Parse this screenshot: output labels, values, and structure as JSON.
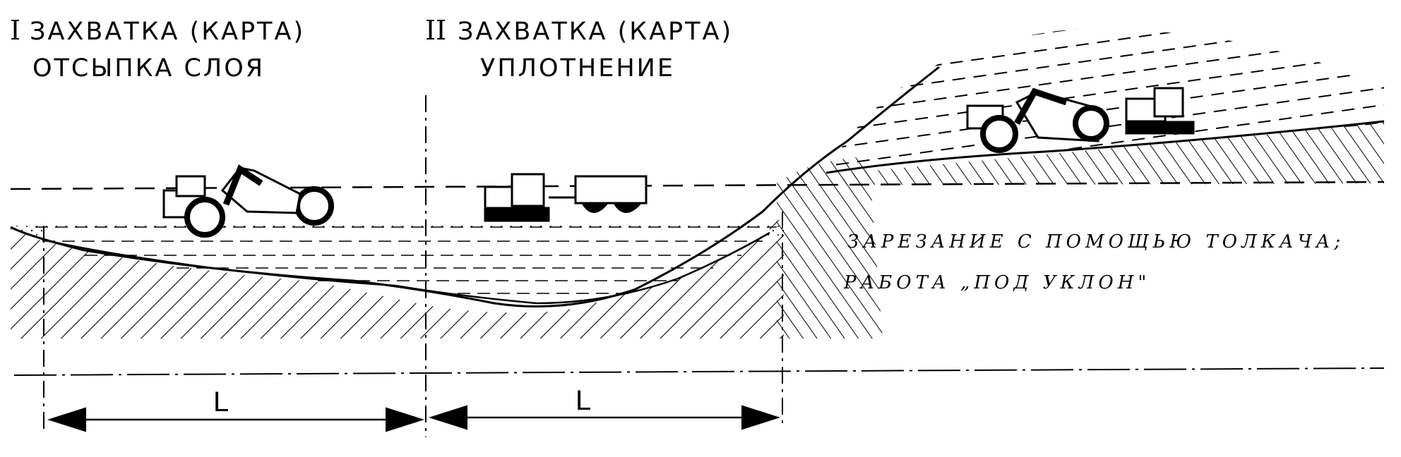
{
  "captions": {
    "zone1_numeral": "I",
    "zone1_title": "ЗАХВАТКА (КАРТА)",
    "zone1_operation": "ОТСЫПКА СЛОЯ",
    "zone2_numeral": "II",
    "zone2_title": "ЗАХВАТКА (КАРТА)",
    "zone2_operation": "УПЛОТНЕНИЕ",
    "note_line1": "ЗАРЕЗАНИЕ С ПОМОЩЬЮ ТОЛКАЧА;",
    "note_line2": "РАБОТА „ПОД УКЛОН\""
  },
  "dimensions": {
    "span1": "L",
    "span2": "L"
  },
  "icons": [
    "scraper-icon",
    "roller-truck-icon",
    "pusher-tractor-icon"
  ],
  "colors": {
    "ink": "#000000",
    "paper": "#ffffff"
  }
}
